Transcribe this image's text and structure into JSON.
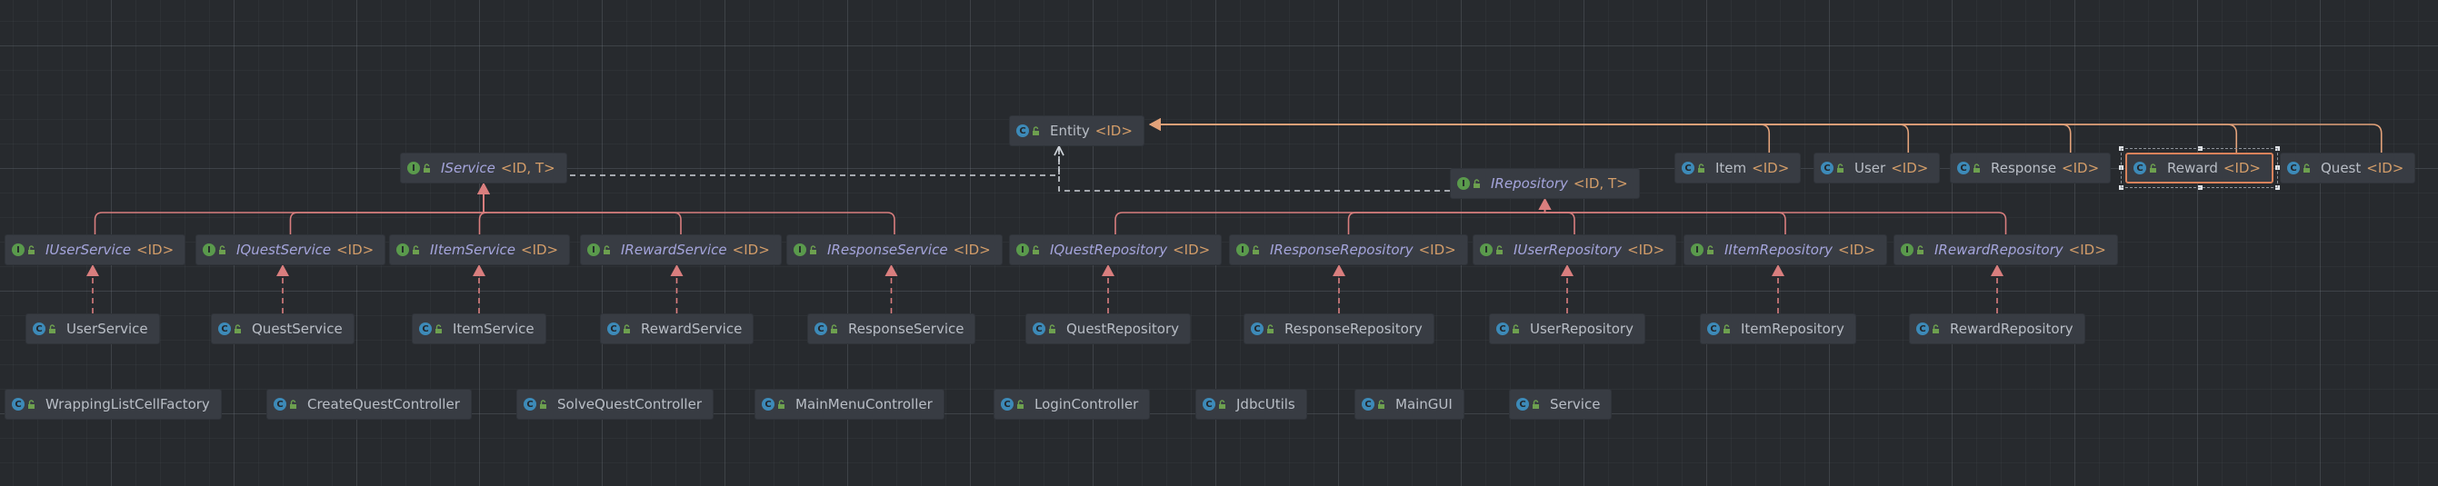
{
  "diagram": {
    "nodes": [
      {
        "id": "entity",
        "kind": "class",
        "name": "Entity",
        "tparams": "<ID>"
      },
      {
        "id": "iservice",
        "kind": "interface",
        "name": "IService",
        "tparams": "<ID, T>"
      },
      {
        "id": "irepository",
        "kind": "interface",
        "name": "IRepository",
        "tparams": "<ID, T>"
      },
      {
        "id": "item",
        "kind": "class",
        "name": "Item",
        "tparams": "<ID>"
      },
      {
        "id": "user",
        "kind": "class",
        "name": "User",
        "tparams": "<ID>"
      },
      {
        "id": "response",
        "kind": "class",
        "name": "Response",
        "tparams": "<ID>"
      },
      {
        "id": "reward",
        "kind": "class",
        "name": "Reward",
        "tparams": "<ID>",
        "selected": true
      },
      {
        "id": "quest",
        "kind": "class",
        "name": "Quest",
        "tparams": "<ID>"
      },
      {
        "id": "iuserservice",
        "kind": "interface",
        "name": "IUserService",
        "tparams": "<ID>"
      },
      {
        "id": "iquestservice",
        "kind": "interface",
        "name": "IQuestService",
        "tparams": "<ID>"
      },
      {
        "id": "iitemservice",
        "kind": "interface",
        "name": "IItemService",
        "tparams": "<ID>"
      },
      {
        "id": "irewardservice",
        "kind": "interface",
        "name": "IRewardService",
        "tparams": "<ID>"
      },
      {
        "id": "iresponseservice",
        "kind": "interface",
        "name": "IResponseService",
        "tparams": "<ID>"
      },
      {
        "id": "iquestrepository",
        "kind": "interface",
        "name": "IQuestRepository",
        "tparams": "<ID>"
      },
      {
        "id": "iresponserepository",
        "kind": "interface",
        "name": "IResponseRepository",
        "tparams": "<ID>"
      },
      {
        "id": "iuserrepository",
        "kind": "interface",
        "name": "IUserRepository",
        "tparams": "<ID>"
      },
      {
        "id": "iitemrepository",
        "kind": "interface",
        "name": "IItemRepository",
        "tparams": "<ID>"
      },
      {
        "id": "irewardrepository",
        "kind": "interface",
        "name": "IRewardRepository",
        "tparams": "<ID>"
      },
      {
        "id": "userservice",
        "kind": "class",
        "name": "UserService",
        "tparams": ""
      },
      {
        "id": "questservice",
        "kind": "class",
        "name": "QuestService",
        "tparams": ""
      },
      {
        "id": "itemservice",
        "kind": "class",
        "name": "ItemService",
        "tparams": ""
      },
      {
        "id": "rewardservice",
        "kind": "class",
        "name": "RewardService",
        "tparams": ""
      },
      {
        "id": "responseservice",
        "kind": "class",
        "name": "ResponseService",
        "tparams": ""
      },
      {
        "id": "questrepository",
        "kind": "class",
        "name": "QuestRepository",
        "tparams": ""
      },
      {
        "id": "responserepository",
        "kind": "class",
        "name": "ResponseRepository",
        "tparams": ""
      },
      {
        "id": "userrepository",
        "kind": "class",
        "name": "UserRepository",
        "tparams": ""
      },
      {
        "id": "itemrepository",
        "kind": "class",
        "name": "ItemRepository",
        "tparams": ""
      },
      {
        "id": "rewardrepository",
        "kind": "class",
        "name": "RewardRepository",
        "tparams": ""
      },
      {
        "id": "wrappinglistcellfactory",
        "kind": "class",
        "name": "WrappingListCellFactory",
        "tparams": ""
      },
      {
        "id": "createquestcontroller",
        "kind": "class",
        "name": "CreateQuestController",
        "tparams": ""
      },
      {
        "id": "solvequestcontroller",
        "kind": "class",
        "name": "SolveQuestController",
        "tparams": ""
      },
      {
        "id": "mainmenucontroller",
        "kind": "class",
        "name": "MainMenuController",
        "tparams": ""
      },
      {
        "id": "logincontroller",
        "kind": "class",
        "name": "LoginController",
        "tparams": ""
      },
      {
        "id": "jdbcutils",
        "kind": "class",
        "name": "JdbcUtils",
        "tparams": ""
      },
      {
        "id": "maingui",
        "kind": "class",
        "name": "MainGUI",
        "tparams": ""
      },
      {
        "id": "service",
        "kind": "class",
        "name": "Service",
        "tparams": ""
      }
    ],
    "edges": [
      {
        "from": "item",
        "to": "entity",
        "type": "extends"
      },
      {
        "from": "user",
        "to": "entity",
        "type": "extends"
      },
      {
        "from": "response",
        "to": "entity",
        "type": "extends"
      },
      {
        "from": "reward",
        "to": "entity",
        "type": "extends"
      },
      {
        "from": "quest",
        "to": "entity",
        "type": "extends"
      },
      {
        "from": "iservice",
        "to": "entity",
        "type": "uses"
      },
      {
        "from": "irepository",
        "to": "entity",
        "type": "uses"
      },
      {
        "from": "iuserservice",
        "to": "iservice",
        "type": "extends"
      },
      {
        "from": "iquestservice",
        "to": "iservice",
        "type": "extends"
      },
      {
        "from": "iitemservice",
        "to": "iservice",
        "type": "extends"
      },
      {
        "from": "irewardservice",
        "to": "iservice",
        "type": "extends"
      },
      {
        "from": "iresponseservice",
        "to": "iservice",
        "type": "extends"
      },
      {
        "from": "iquestrepository",
        "to": "irepository",
        "type": "extends"
      },
      {
        "from": "iresponserepository",
        "to": "irepository",
        "type": "extends"
      },
      {
        "from": "iuserrepository",
        "to": "irepository",
        "type": "extends"
      },
      {
        "from": "iitemrepository",
        "to": "irepository",
        "type": "extends"
      },
      {
        "from": "irewardrepository",
        "to": "irepository",
        "type": "extends"
      },
      {
        "from": "userservice",
        "to": "iuserservice",
        "type": "implements"
      },
      {
        "from": "questservice",
        "to": "iquestservice",
        "type": "implements"
      },
      {
        "from": "itemservice",
        "to": "iitemservice",
        "type": "implements"
      },
      {
        "from": "rewardservice",
        "to": "irewardservice",
        "type": "implements"
      },
      {
        "from": "responseservice",
        "to": "iresponseservice",
        "type": "implements"
      },
      {
        "from": "questrepository",
        "to": "iquestrepository",
        "type": "implements"
      },
      {
        "from": "responserepository",
        "to": "iresponserepository",
        "type": "implements"
      },
      {
        "from": "userrepository",
        "to": "iuserrepository",
        "type": "implements"
      },
      {
        "from": "itemrepository",
        "to": "iitemrepository",
        "type": "implements"
      },
      {
        "from": "rewardrepository",
        "to": "irewardrepository",
        "type": "implements"
      }
    ]
  },
  "colors": {
    "background": "#272a2e",
    "node": "#383c43",
    "extends_edge": "#d97e7e",
    "entity_extends_edge": "#e3a27a",
    "uses_edge": "#cdd2d8",
    "selection": "#d9825b",
    "class_icon": "#3d8ab8",
    "interface_icon": "#5a9a4c",
    "type_params": "#d39d69",
    "interface_name": "#a5a5dc"
  }
}
